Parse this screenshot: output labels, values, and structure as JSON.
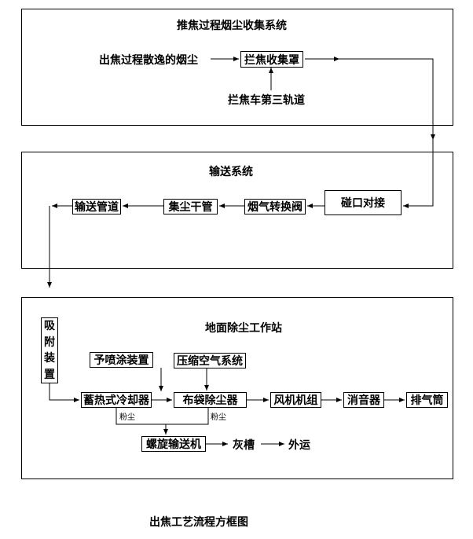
{
  "sections": {
    "collection": {
      "title": "推焦过程烟尘收集系统"
    },
    "transport": {
      "title": "输送系统"
    },
    "ground": {
      "title": "地面除尘工作站"
    }
  },
  "nodes": {
    "smoke_source": "出焦过程散逸的烟尘",
    "hood": "拦焦收集罩",
    "rail": "拦焦车第三轨道",
    "docking": "碰口对接",
    "flue_valve": "烟气转换阀",
    "main_pipe": "集尘干管",
    "transport_pipe": "输送管道",
    "adsorb": [
      "吸",
      "附",
      "装",
      "置"
    ],
    "prespray": "予喷涂装置",
    "compressed_air": "压缩空气系统",
    "cooler": "蓄热式冷却器",
    "bag_filter": "布袋除尘器",
    "fan": "风机机组",
    "silencer": "消音器",
    "chimney": "排气筒",
    "screw_conveyor": "螺旋输送机",
    "ash_tank": "灰槽",
    "ship_out": "外运",
    "dust_1": "粉尘",
    "dust_2": "粉尘"
  },
  "caption": "出焦工艺流程方框图"
}
